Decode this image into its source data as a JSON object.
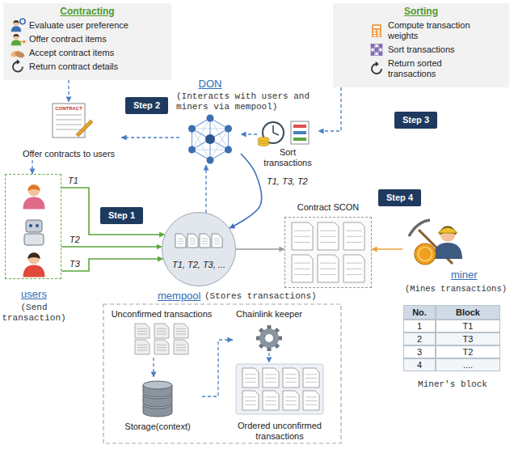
{
  "diagram": {
    "nodes": [
      {
        "text": [
          "Contracting",
          "Evaluate user preference",
          "Offer contract items",
          "Accept contract items",
          "Return contract details"
        ]
      },
      {
        "text": [
          "Step 2"
        ]
      },
      {
        "text": [
          "DON",
          "(Interacts with users and miners via mempool)"
        ]
      },
      {
        "text": [
          "Sorting",
          "Compute transaction weights",
          "Sort transactions",
          "Return sorted transactions"
        ]
      },
      {
        "text": [
          "Offer contracts to users"
        ]
      },
      {
        "text": [
          "Sort transactions"
        ]
      },
      {
        "text": [
          "Step 3"
        ]
      },
      {
        "text": [
          "users",
          "(Send transaction)"
        ]
      },
      {
        "text": [
          "Step 1"
        ]
      },
      {
        "text": [
          "Step 4"
        ]
      },
      {
        "text": [
          "T1, T2, T3, ...",
          "mempool",
          "(Stores transactions)"
        ]
      },
      {
        "text": [
          "Contract SCON"
        ]
      },
      {
        "text": [
          "miner",
          "(Mines transactions)"
        ]
      },
      {
        "text": [
          "Unconfirmed transactions"
        ]
      },
      {
        "text": [
          "Chainlink keeper"
        ]
      },
      {
        "text": [
          "Storage(context)"
        ]
      },
      {
        "text": [
          "Ordered unconfirmed transactions"
        ]
      }
    ],
    "edges": [
      {
        "from": 0,
        "to": 4,
        "arrow": "to"
      },
      {
        "from": 2,
        "to": 4,
        "arrow": "to"
      },
      {
        "from": 4,
        "to": 7,
        "arrow": "to"
      },
      {
        "from": 3,
        "to": 5,
        "arrow": "to"
      },
      {
        "from": 5,
        "to": 2,
        "arrow": "to"
      },
      {
        "from": 10,
        "to": 2,
        "arrow": "to"
      },
      {
        "from": 2,
        "to": 10,
        "label": "T1, T3, T2",
        "arrow": "to"
      },
      {
        "from": 7,
        "to": 10,
        "label": "T1",
        "arrow": "to"
      },
      {
        "from": 7,
        "to": 10,
        "label": "T2",
        "arrow": "to"
      },
      {
        "from": 7,
        "to": 10,
        "label": "T3",
        "arrow": "to"
      },
      {
        "from": 10,
        "to": 11,
        "arrow": "to"
      },
      {
        "from": 12,
        "to": 11,
        "arrow": "to"
      },
      {
        "from": 13,
        "to": 15,
        "arrow": "to"
      },
      {
        "from": 15,
        "to": 14,
        "arrow": "to"
      },
      {
        "from": 14,
        "to": 16,
        "arrow": "to"
      }
    ],
    "labels": [
      "No.",
      "Block",
      "1",
      "T1",
      "2",
      "T3",
      "3",
      "T2",
      "4",
      "....",
      "Miner's block",
      "CONTRACT"
    ]
  }
}
